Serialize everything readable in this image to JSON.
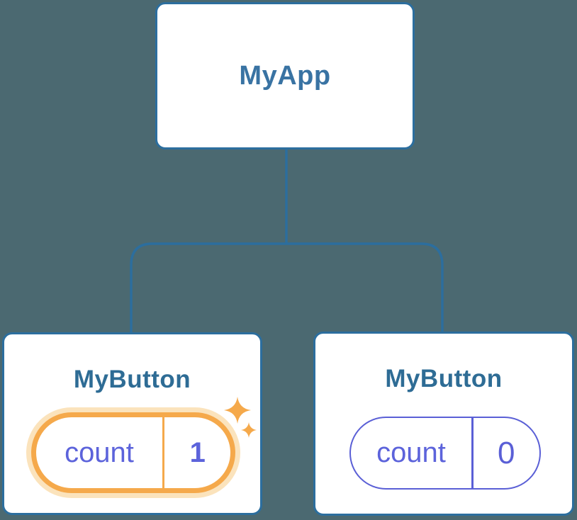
{
  "diagram": {
    "root": {
      "label": "MyApp"
    },
    "children": [
      {
        "label": "MyButton",
        "state": {
          "key": "count",
          "value": "1"
        },
        "highlighted": true
      },
      {
        "label": "MyButton",
        "state": {
          "key": "count",
          "value": "0"
        },
        "highlighted": false
      }
    ]
  },
  "colors": {
    "background": "#4B6971",
    "connector": "#2C6E9E",
    "card_border": "#2C6E9E",
    "root_title": "#3973A3",
    "child_title": "#2E6C95",
    "state_accent": "#5A5FD6",
    "state_text": "#5C63DB",
    "highlight": "#F5A94B",
    "highlight_halo": "#FBE3BC"
  }
}
